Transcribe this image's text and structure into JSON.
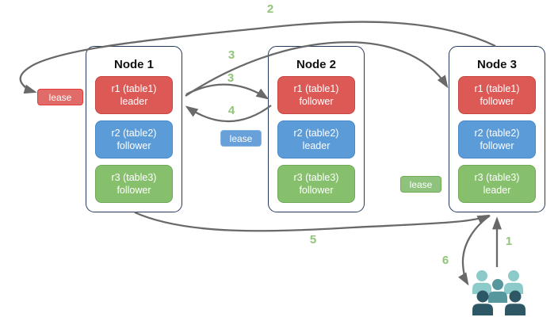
{
  "nodes": [
    {
      "title": "Node 1",
      "replicas": [
        {
          "name": "r1 (table1)",
          "role": "leader",
          "color": "red"
        },
        {
          "name": "r2 (table2)",
          "role": "follower",
          "color": "blue"
        },
        {
          "name": "r3 (table3)",
          "role": "follower",
          "color": "green"
        }
      ]
    },
    {
      "title": "Node 2",
      "replicas": [
        {
          "name": "r1 (table1)",
          "role": "follower",
          "color": "red"
        },
        {
          "name": "r2 (table2)",
          "role": "leader",
          "color": "blue"
        },
        {
          "name": "r3 (table3)",
          "role": "follower",
          "color": "green"
        }
      ]
    },
    {
      "title": "Node 3",
      "replicas": [
        {
          "name": "r1 (table1)",
          "role": "follower",
          "color": "red"
        },
        {
          "name": "r2 (table2)",
          "role": "follower",
          "color": "blue"
        },
        {
          "name": "r3 (table3)",
          "role": "leader",
          "color": "green"
        }
      ]
    }
  ],
  "leases": [
    {
      "label": "lease",
      "color": "red"
    },
    {
      "label": "lease",
      "color": "blue"
    },
    {
      "label": "lease",
      "color": "green"
    }
  ],
  "step_labels": [
    "2",
    "3",
    "3",
    "4",
    "5",
    "1",
    "6"
  ],
  "icons": {
    "users": "users-group-icon"
  },
  "colors": {
    "red_replica": "#dd5956",
    "blue_replica": "#5b9bd8",
    "green_replica": "#86c06d",
    "node_border": "#24395e",
    "arrow": "#696969",
    "step_label_green": "#90c578",
    "lease_red_fill": "#e06b68",
    "lease_red_border": "#e33b37",
    "lease_blue_fill": "#68a1da",
    "lease_green_fill": "#8fc37d",
    "users_light_teal": "#8ccbc9",
    "users_medium_teal": "#55979c",
    "users_dark_slate": "#2e5766"
  }
}
